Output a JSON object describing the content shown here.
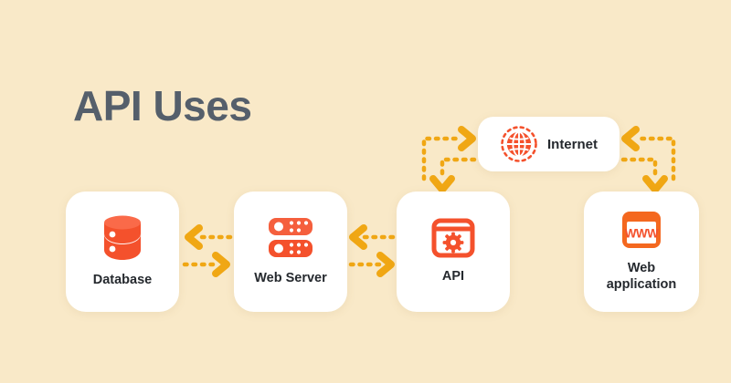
{
  "diagram": {
    "title": "API Uses",
    "background_color": "#f9e9c8",
    "title_color": "#555f6b",
    "accent_color": "#f4512c",
    "arrow_color": "#f0a714",
    "card_color": "#ffffff",
    "label_color": "#25292e"
  },
  "nodes": [
    {
      "id": "database",
      "label": "Database",
      "icon": "database-icon"
    },
    {
      "id": "webserver",
      "label": "Web Server",
      "icon": "server-icon"
    },
    {
      "id": "api",
      "label": "API",
      "icon": "api-window-gear-icon"
    },
    {
      "id": "webapp",
      "label": "Web\napplication",
      "label_line1": "Web",
      "label_line2": "application",
      "icon": "web-browser-www-icon"
    },
    {
      "id": "internet",
      "label": "Internet",
      "icon": "globe-icon"
    }
  ],
  "connections": [
    {
      "id": "db-ws-left",
      "from": "webserver",
      "to": "database",
      "direction": "left",
      "style": "dotted"
    },
    {
      "id": "db-ws-right",
      "from": "database",
      "to": "webserver",
      "direction": "right",
      "style": "dotted"
    },
    {
      "id": "ws-api-left",
      "from": "api",
      "to": "webserver",
      "direction": "left",
      "style": "dotted"
    },
    {
      "id": "ws-api-right",
      "from": "webserver",
      "to": "api",
      "direction": "right",
      "style": "dotted"
    },
    {
      "id": "api-internet",
      "from": "api",
      "to": "internet",
      "direction": "right",
      "style": "dotted-elbow"
    },
    {
      "id": "internet-api",
      "from": "internet",
      "to": "api",
      "direction": "down",
      "style": "dotted-elbow"
    },
    {
      "id": "webapp-internet",
      "from": "webapp",
      "to": "internet",
      "direction": "left",
      "style": "dotted-elbow"
    },
    {
      "id": "internet-webapp",
      "from": "internet",
      "to": "webapp",
      "direction": "down",
      "style": "dotted-elbow"
    }
  ],
  "webapp_icon_text": "WWW"
}
